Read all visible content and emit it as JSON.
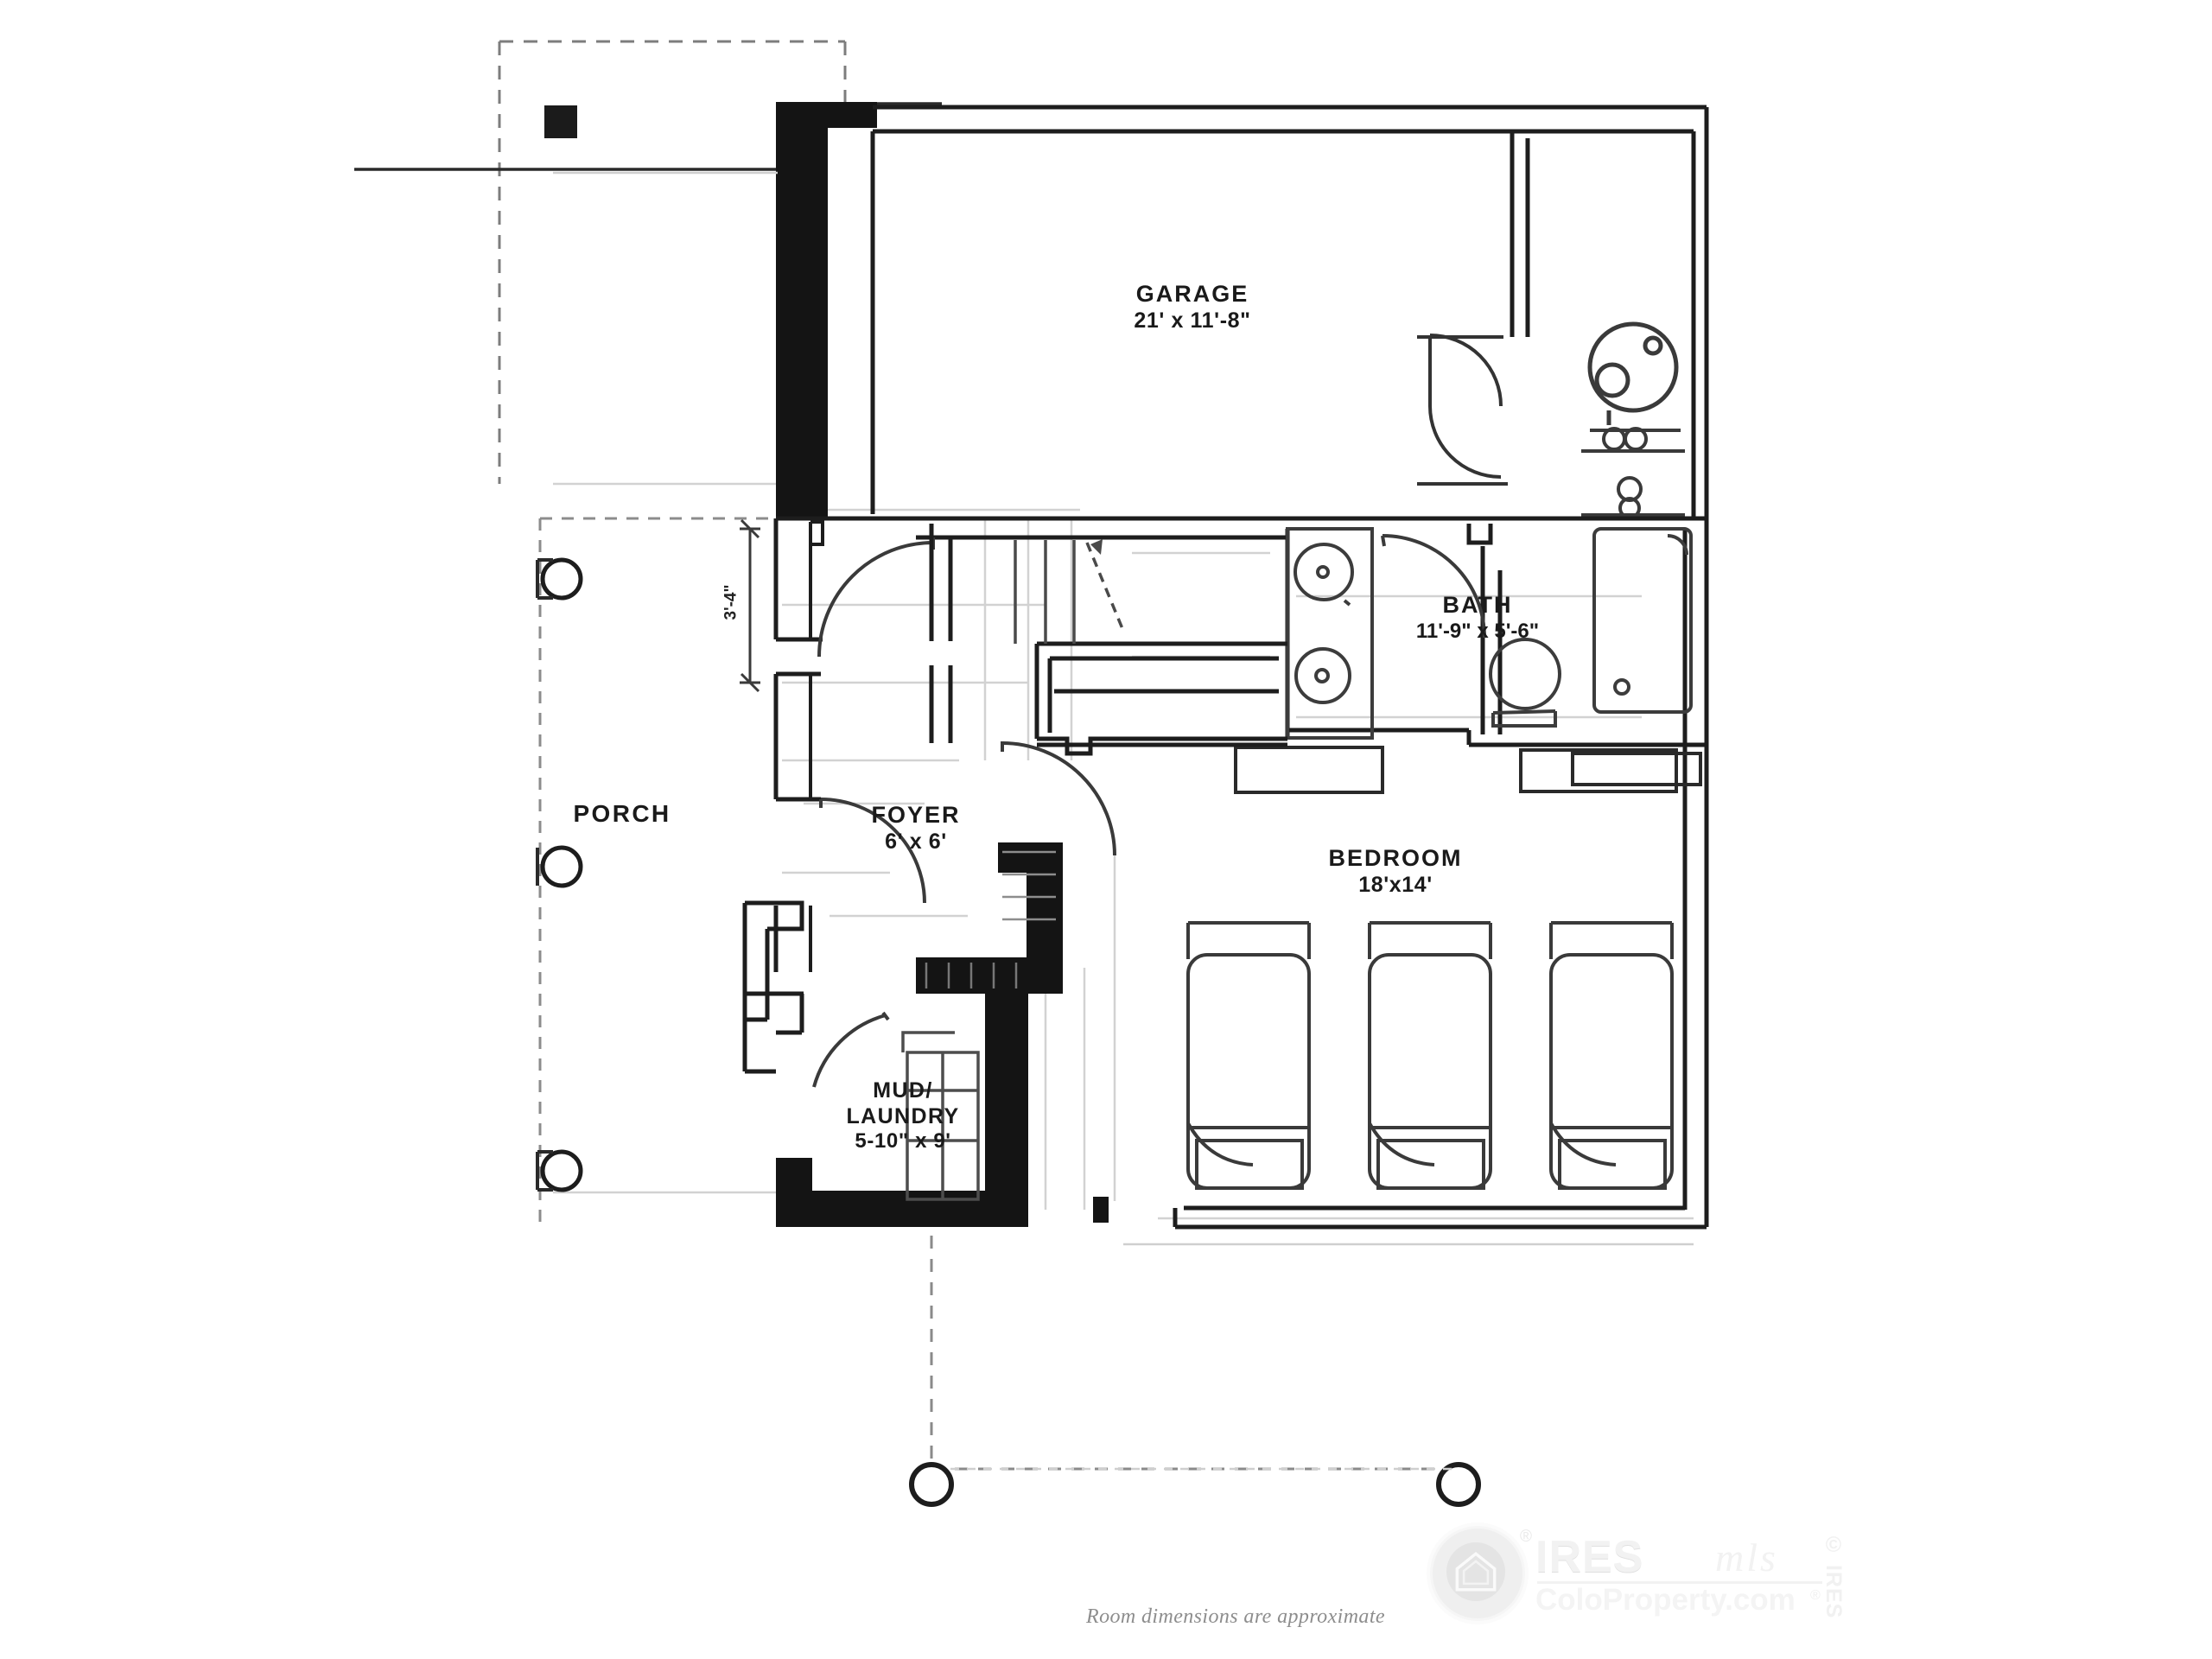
{
  "document": {
    "type": "floor-plan",
    "footer_note": "Room dimensions are approximate"
  },
  "rooms": [
    {
      "key": "garage",
      "name": "GARAGE",
      "dimensions": "21' x 11'-8\""
    },
    {
      "key": "bath",
      "name": "BATH",
      "dimensions": "11'-9\" x 5'-6\""
    },
    {
      "key": "bedroom",
      "name": "BEDROOM",
      "dimensions": "18'x14'"
    },
    {
      "key": "foyer",
      "name": "FOYER",
      "dimensions": "6' x 6'"
    },
    {
      "key": "mud",
      "name": "MUD/",
      "name2": "LAUNDRY",
      "dimensions": "5-10\" x 9'"
    },
    {
      "key": "porch",
      "name": "PORCH",
      "dimensions": ""
    }
  ],
  "annotations": {
    "wall_offset_dimension": "3'-4\""
  },
  "watermark": {
    "brand": "IRES",
    "script": "mls",
    "site": "ColoProperty.com",
    "registered_mark": "®",
    "copyright": "© IRES"
  },
  "colors": {
    "wall_heavy": "#111111",
    "wall_line": "#2a2a2a",
    "fixture_line": "#555555",
    "ghost_line": "#c8c8c8",
    "dashed_line": "#8a8a8a",
    "label_text": "#1a1a1a",
    "footer_text": "#8d8d8d",
    "watermark": "#f2f2f2",
    "background": "#ffffff"
  }
}
